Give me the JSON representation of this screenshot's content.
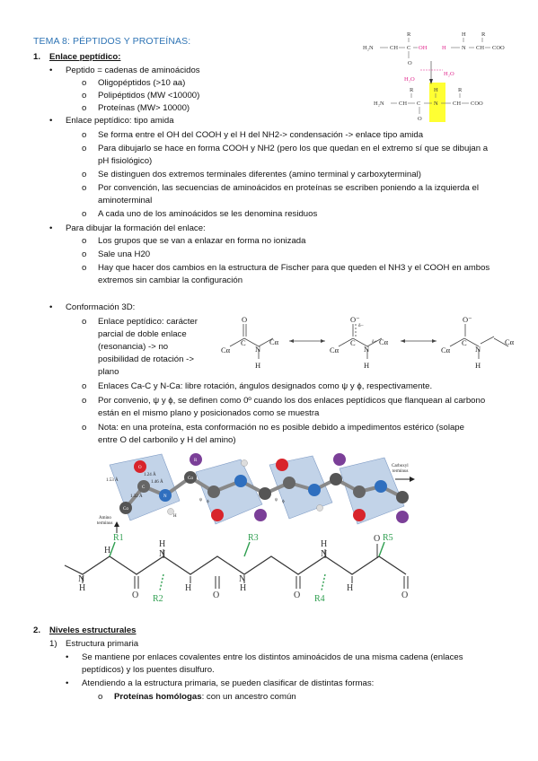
{
  "title": "TEMA 8: PÉPTIDOS Y PROTEÍNAS:",
  "section1": {
    "num": "1.",
    "heading": "Enlace peptídico:",
    "b1": {
      "text": "Peptido = cadenas de aminoácidos",
      "sub": [
        "Oligopéptidos (>10 aa)",
        "Polipéptidos (MW <10000)",
        "Proteínas (MW> 10000)"
      ]
    },
    "b2": {
      "text": "Enlace peptídico: tipo amida",
      "s1": "Se forma entre el OH del COOH y el H del NH2-> condensación -> enlace tipo amida",
      "s2a": "Para dibujarlo se hace en forma COOH y NH2 (pero los que quedan en el extremo sí que se dibujan a",
      "s2b": "pH fisiológico)",
      "s3": "Se distinguen dos extremos terminales diferentes (amino terminal y carboxyterminal)",
      "s4a": "Por convención, las secuencias de aminoácidos en proteínas se escriben poniendo a la izquierda el",
      "s4b": "aminoterminal",
      "s5": "A cada uno de los aminoácidos se les denomina residuos"
    },
    "b3": {
      "text": "Para dibujar la formación del enlace:",
      "s1": "Los grupos que se van a enlazar en forma no ionizada",
      "s2": "Sale una H20",
      "s3a": "Hay que hacer dos cambios en la estructura de Fischer para que queden el NH3 y el COOH en ambos",
      "s3b": "extremos sin cambiar la configuración"
    },
    "b4": {
      "text": "Conformación 3D:",
      "s1": [
        "Enlace peptídico: carácter",
        "parcial de doble enlace",
        "(resonancia) -> no",
        "posibilidad de rotación ->",
        "plano"
      ],
      "s2": "Enlaces Ca-C y N-Ca: libre rotación, ángulos designados como ψ y ϕ, respectivamente.",
      "s3a": "Por convenio, ψ y ϕ, se definen como 0º cuando los  dos enlaces peptídicos que flanquean al carbono",
      "s3b": "están  en el mismo plano y posicionados como se muestra",
      "s4a": "Nota: en una proteína, esta conformación no es  posible debido a impedimentos estérico (solape",
      "s4b": "entre  O del carbonilo y H del amino)"
    }
  },
  "section2": {
    "num": "2.",
    "heading": "Niveles estructurales",
    "sub1": {
      "num": "1)",
      "text": "Estructura primaria",
      "b1a": "Se mantiene por enlaces covalentes entre los distintos aminoácidos de una misma cadena (enlaces",
      "b1b": "peptídicos) y los puentes disulfuro.",
      "b2": "Atendiendo a la estructura primaria, se pueden clasificar de distintas formas:",
      "s1_bold": "Proteínas homólogas",
      "s1_rest": ": con un ancestro común"
    }
  },
  "markers": {
    "bullet": "•",
    "circle": "o"
  },
  "figures": {
    "formation": {
      "row1": [
        "H₂N",
        "CH",
        "C",
        "OH",
        "H",
        "N",
        "CH",
        "COO"
      ],
      "r": "R",
      "o": "O",
      "water_left": "H₂O",
      "water_right": "H₂O",
      "row2": [
        "H₂N",
        "CH",
        "C",
        "N",
        "CH",
        "COO"
      ]
    },
    "resonance": {
      "o": "O",
      "o_minus": "O⁻",
      "n": "N",
      "n_plus": "N",
      "h": "H",
      "c": "C",
      "ca": "Cα",
      "delta_minus": "δ−",
      "delta_plus": "δ+"
    },
    "model3d": {
      "carboxyl": "Carboxyl",
      "terminus": "terminus",
      "amino": "Amino",
      "amino_terminus": "terminus",
      "lengths": [
        "1.53 Å",
        "1.24 Å",
        "1.46 Å",
        "1.32 Å"
      ],
      "atoms": [
        "Cα",
        "C",
        "O",
        "N",
        "H",
        "R"
      ],
      "angles": [
        "ψ",
        "ϕ"
      ]
    },
    "chain": {
      "r_labels": [
        "R1",
        "R2",
        "R3",
        "R4",
        "R5"
      ],
      "n": "N",
      "h": "H",
      "o": "O"
    },
    "colors": {
      "title": "#2e74b5",
      "r_group": "#2e9e4f",
      "highlight": "#ffff33",
      "magenta": "#e0218a"
    }
  }
}
